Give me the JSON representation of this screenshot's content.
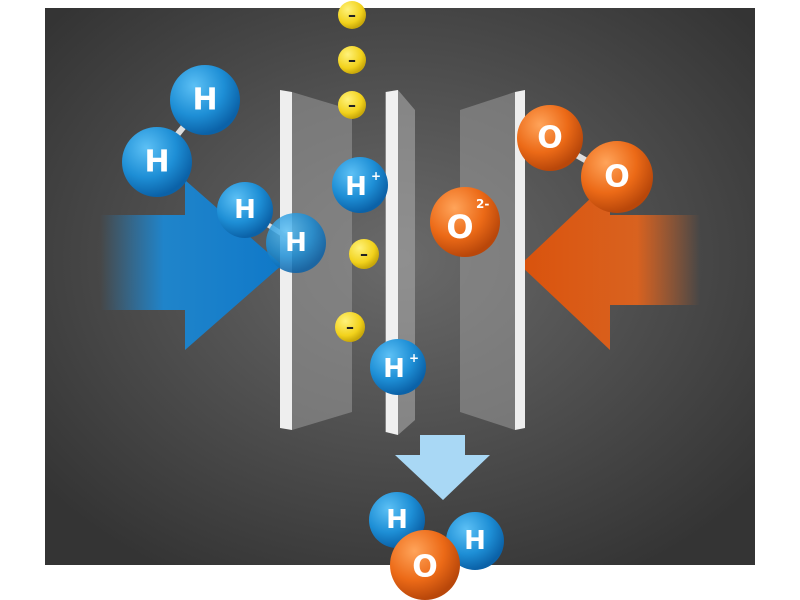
{
  "diagram": {
    "colors": {
      "hydrogen": "#1e8fd6",
      "oxygen": "#ec6a17",
      "electron": "#f2d21c",
      "background": "#4a4a4a",
      "product_arrow": "#a9d8f5"
    },
    "electron_symbol": "–",
    "hydrogen_molecule": {
      "atom1": "H",
      "atom2": "H"
    },
    "hydrogen_molecule_entering": {
      "atom1": "H",
      "atom2": "H"
    },
    "proton_1": {
      "symbol": "H",
      "charge": "+"
    },
    "proton_2": {
      "symbol": "H",
      "charge": "+"
    },
    "oxide_ion": {
      "symbol": "O",
      "charge": "2-"
    },
    "oxygen_molecule": {
      "atom1": "O",
      "atom2": "O"
    },
    "water": {
      "h1": "H",
      "h2": "H",
      "o": "O"
    }
  }
}
